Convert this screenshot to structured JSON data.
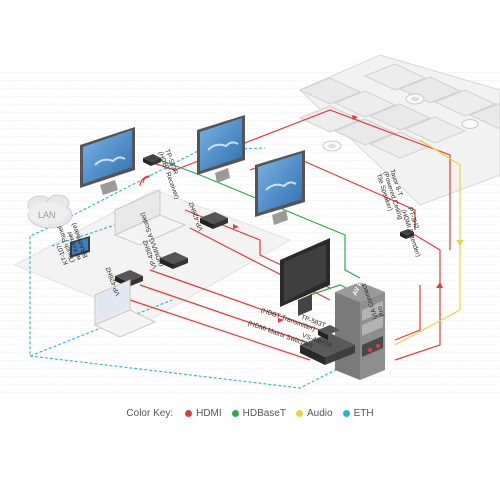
{
  "diagram": {
    "lan_label": "LAN",
    "devices": {
      "receiver": [
        "TP-583R",
        "(HDBT Receiver)"
      ],
      "ceiling_speaker": [
        "Tavor 8-T",
        "(Powered Ceiling",
        "Tile Speaker)"
      ],
      "extender": [
        "PT-3H2",
        "(HDMI Extender)"
      ],
      "vp426h2_top": [
        "VP-426H2"
      ],
      "vp426h2_mid": [
        "VP-426H2",
        "(HDMI/VGA Scaler)"
      ],
      "vp426h2_bot": [
        "VP-426H2"
      ],
      "touch_panel": [
        "KT-107",
        "(Touch Panel",
        "w/ Kramer",
        "BRAINware)"
      ],
      "transmitter": [
        "TP-583T",
        "(HDBT Transmitter)"
      ],
      "matrix": [
        "VS-44H2A",
        "(HDMI Matrix Switcher)"
      ],
      "rack_title": "AV Rack",
      "via": [
        "VIA Connect",
        "Pro"
      ]
    }
  },
  "color_key": {
    "title": "Color Key:",
    "items": [
      {
        "label": "HDMI",
        "color": "#e03c3c"
      },
      {
        "label": "HDBaseT",
        "color": "#2faa4a"
      },
      {
        "label": "Audio",
        "color": "#e8d44a"
      },
      {
        "label": "ETH",
        "color": "#2cb5c8"
      }
    ]
  }
}
